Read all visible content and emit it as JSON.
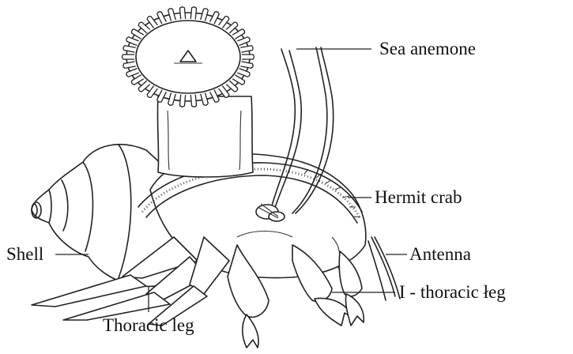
{
  "labels": {
    "sea_anemone": "Sea anemone",
    "hermit_crab": "Hermit crab",
    "antenna": "Antenna",
    "i_thoracic_leg": "I - thoracic łeg",
    "shell": "Shell",
    "thoracic_leg": "Thoracic leg"
  }
}
